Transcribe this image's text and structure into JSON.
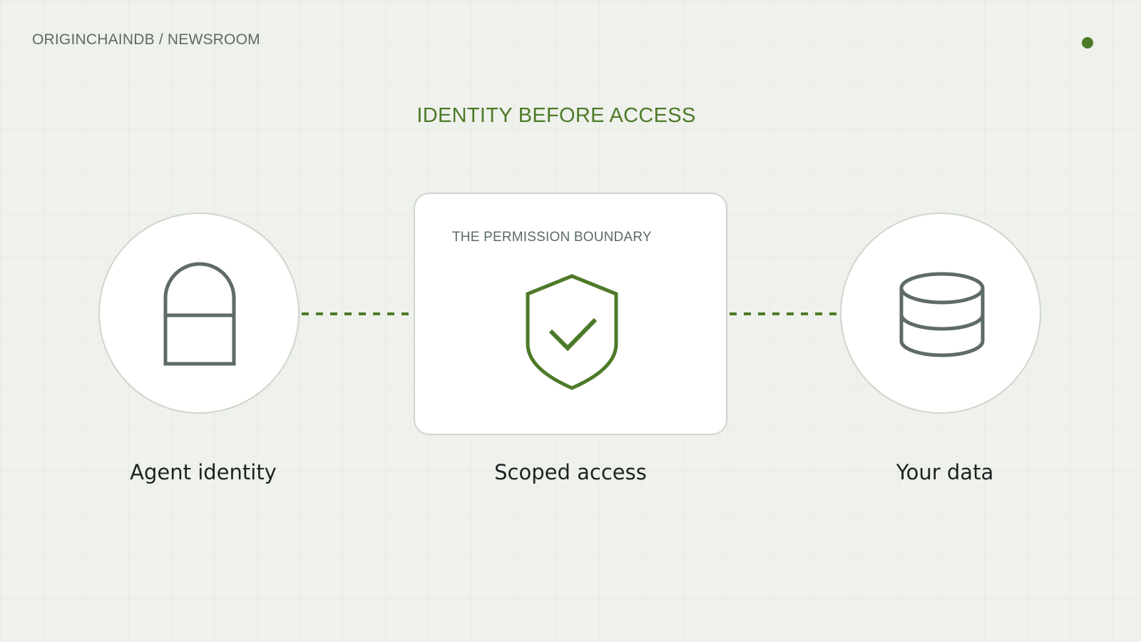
{
  "header": {
    "brand": "ORIGINCHAINDB / NEWSROOM"
  },
  "headline": "IDENTITY BEFORE ACCESS",
  "nodes": [
    {
      "label": "Agent identity",
      "icon": "lock-icon"
    },
    {
      "label": "Scoped access",
      "icon": "shield-check-icon"
    },
    {
      "label": "Your data",
      "icon": "database-icon"
    }
  ],
  "boundary": {
    "title": "THE PERMISSION BOUNDARY"
  },
  "colors": {
    "accent": "#4d7a28",
    "icon_gray": "#5f6b68",
    "background": "#eff1ec",
    "border": "#cfd6cb"
  }
}
